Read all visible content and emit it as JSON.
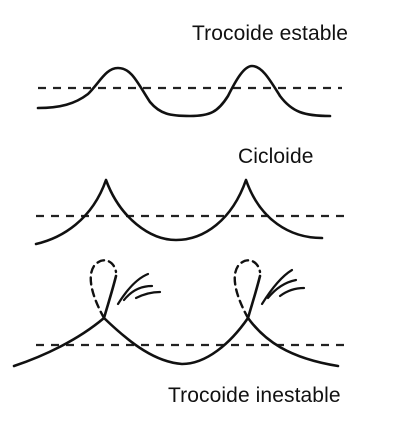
{
  "labels": {
    "stable_trochoid": "Trocoide estable",
    "cycloid": "Cicloide",
    "unstable_trochoid": "Trocoide inestable"
  },
  "colors": {
    "ink": "#111111",
    "background": "#ffffff"
  }
}
